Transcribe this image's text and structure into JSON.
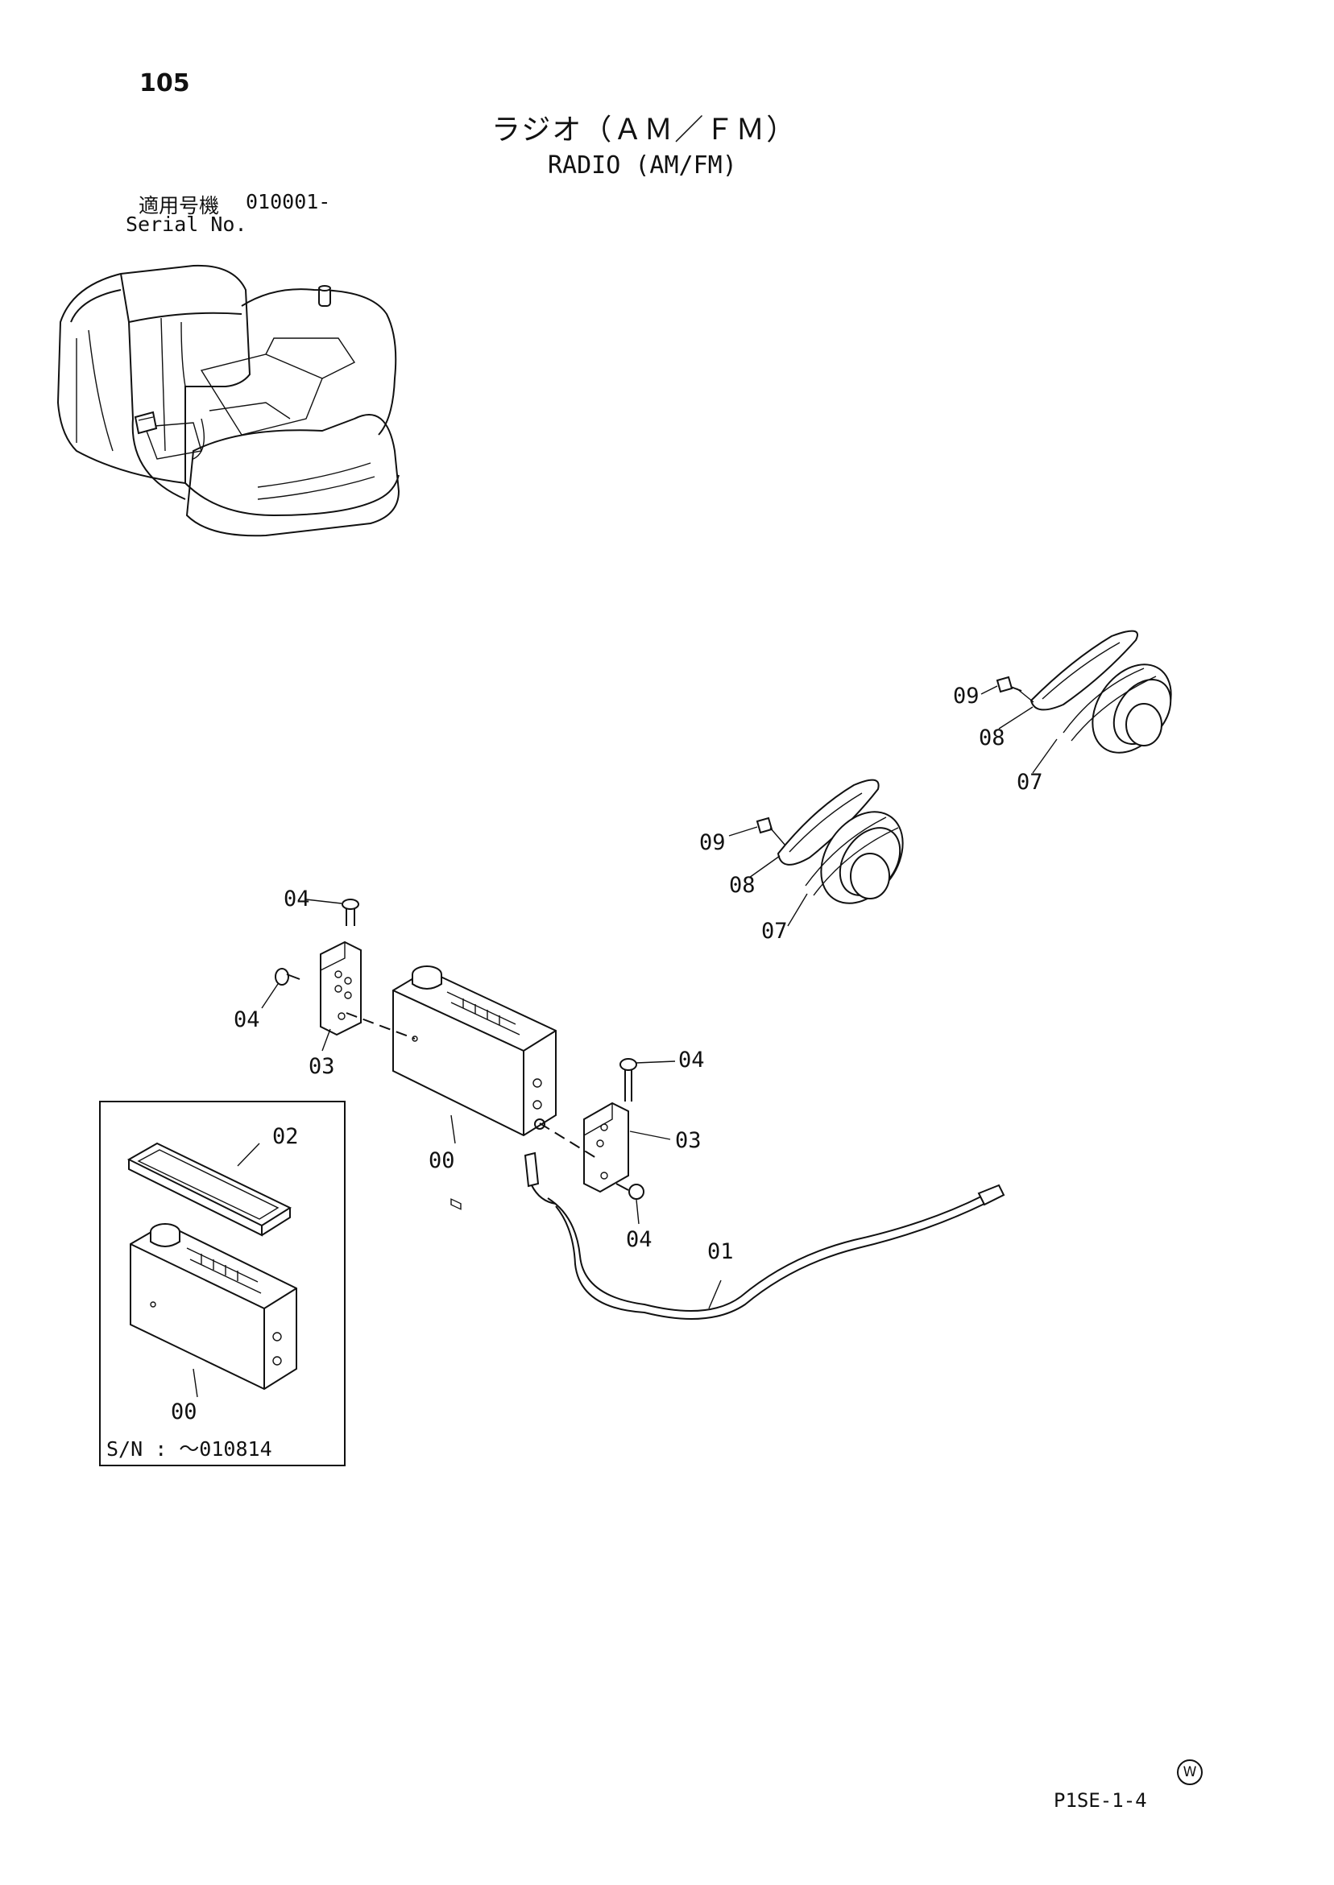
{
  "page_number": "105",
  "title_jp": "ラジオ（ＡＭ／ＦＭ）",
  "title_en": "RADIO (AM/FM)",
  "serial": {
    "label_jp": "適用号機",
    "value": "010001-",
    "label_en": "Serial No."
  },
  "inset": {
    "serial_note": "S/N : ～010814"
  },
  "callouts": {
    "c00_main": "00",
    "c01": "01",
    "c02": "02",
    "c03_left": "03",
    "c03_right": "03",
    "c04_top": "04",
    "c04_left": "04",
    "c04_right_top": "04",
    "c04_right_bottom": "04",
    "c07_front": "07",
    "c08_front": "08",
    "c09_front": "09",
    "c07_back": "07",
    "c08_back": "08",
    "c09_back": "09",
    "c00_inset": "00"
  },
  "doc_code": "P1SE-1-4",
  "mark": "W"
}
